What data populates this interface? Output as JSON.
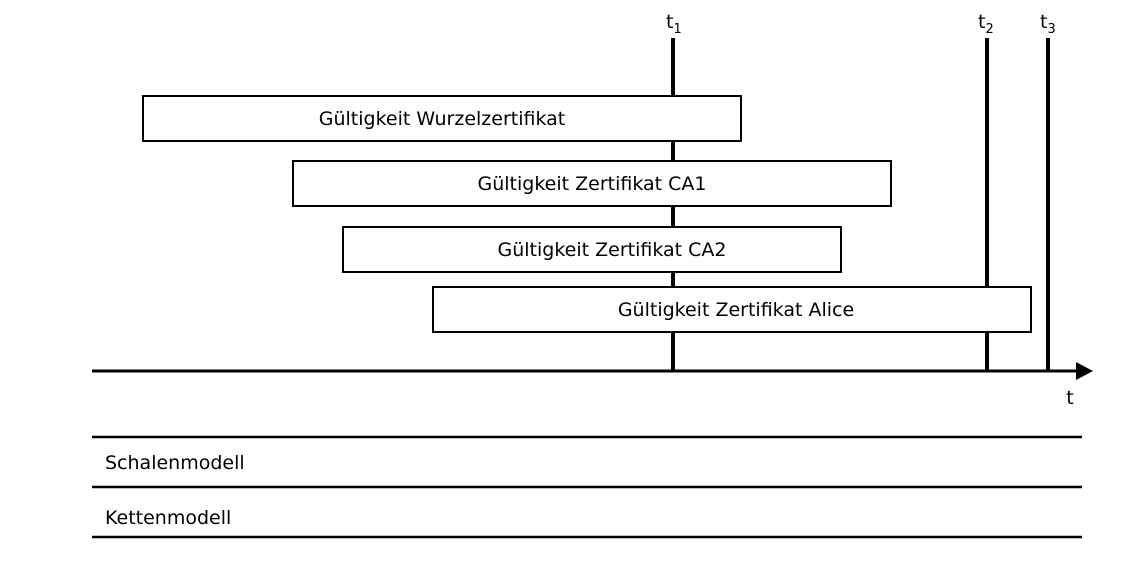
{
  "boxes": [
    {
      "label": "Gültigkeit Wurzelzertifikat"
    },
    {
      "label": "Gültigkeit Zertifikat CA1"
    },
    {
      "label": "Gültigkeit Zertifikat CA2"
    },
    {
      "label": "Gültigkeit Zertifikat Alice"
    }
  ],
  "markers": [
    {
      "base": "t",
      "sub": "1"
    },
    {
      "base": "t",
      "sub": "2"
    },
    {
      "base": "t",
      "sub": "3"
    }
  ],
  "axis": {
    "label": "t"
  },
  "models": [
    {
      "label": "Schalenmodell"
    },
    {
      "label": "Kettenmodell"
    }
  ]
}
